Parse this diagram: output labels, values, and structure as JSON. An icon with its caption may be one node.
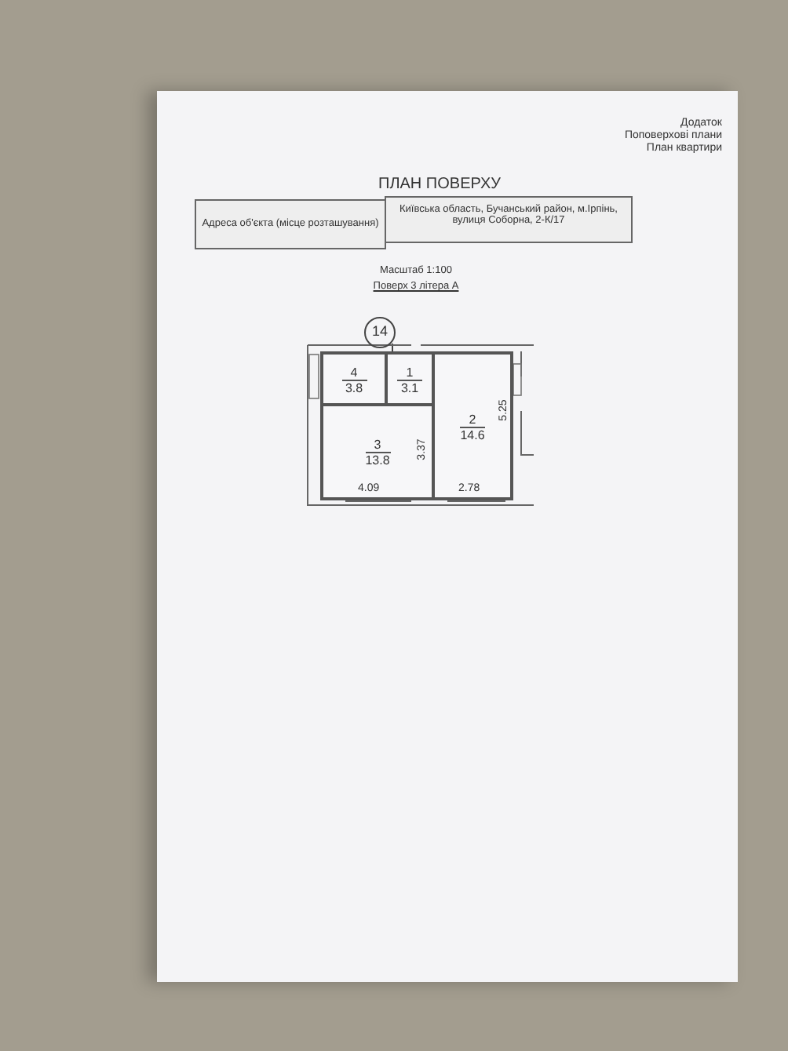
{
  "diagram": {
    "title": "ПЛАН ПОВЕРХУ",
    "nodes": [
      {
        "text": [
          "14"
        ]
      },
      {
        "text": [
          "1",
          "3.1"
        ]
      },
      {
        "text": [
          "2",
          "14.6"
        ]
      },
      {
        "text": [
          "3",
          "13.8"
        ]
      },
      {
        "text": [
          "4",
          "3.8"
        ]
      }
    ],
    "edges": [
      {
        "from": 0,
        "to": 1,
        "arrow": "none"
      }
    ],
    "labels": [
      "Додаток",
      "Поповерхові плани",
      "План квартири",
      "Адреса об'єкта (місце розташування)",
      "Київська область, Бучанський район, м.Ірпінь, вулиця Соборна, 2-К/17",
      "Масштаб 1:100",
      "Поверх 3 літера А",
      "3.37",
      "5.25",
      "4.09",
      "2.78"
    ]
  }
}
